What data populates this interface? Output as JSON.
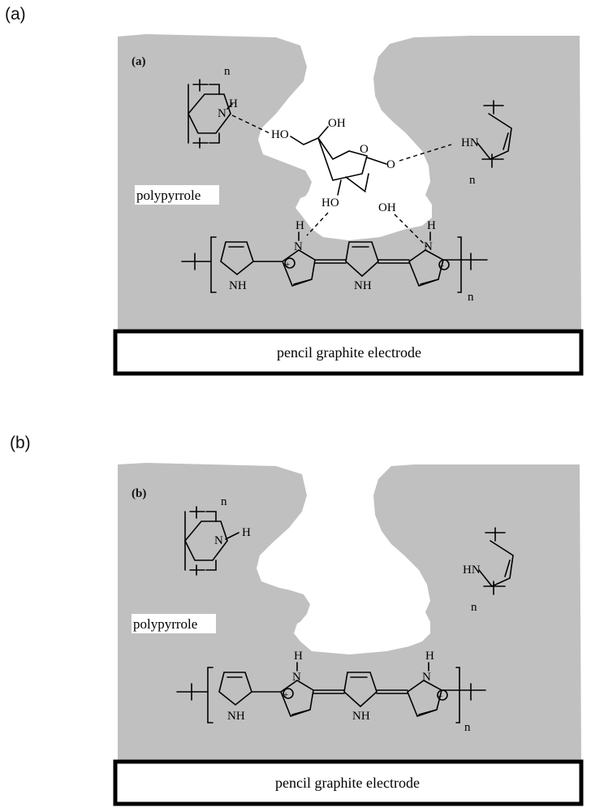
{
  "figure": {
    "panels": [
      {
        "id": "a",
        "outer_label": "(a)",
        "inner_label": "(a)",
        "polymer_label": "polypyrrole",
        "electrode_label": "pencil graphite electrode",
        "repeat_index": "n",
        "atoms": {
          "nh_h": "N",
          "h": "H",
          "hn": "HN",
          "nh": "NH",
          "n": "N",
          "ho": "HO",
          "oh": "OH",
          "o": "O",
          "plus": "+"
        }
      },
      {
        "id": "b",
        "outer_label": "(b)",
        "inner_label": "(b)",
        "polymer_label": "polypyrrole",
        "electrode_label": "pencil graphite electrode",
        "repeat_index": "n",
        "atoms": {
          "nh_h": "N",
          "h": "H",
          "hn": "HN",
          "nh": "NH",
          "n": "N",
          "plus": "+"
        }
      }
    ],
    "colors": {
      "polymer_fill": "#c0c0c0",
      "pore_fill": "#ffffff",
      "ink": "#000000",
      "electrode_fill": "#ffffff"
    }
  }
}
